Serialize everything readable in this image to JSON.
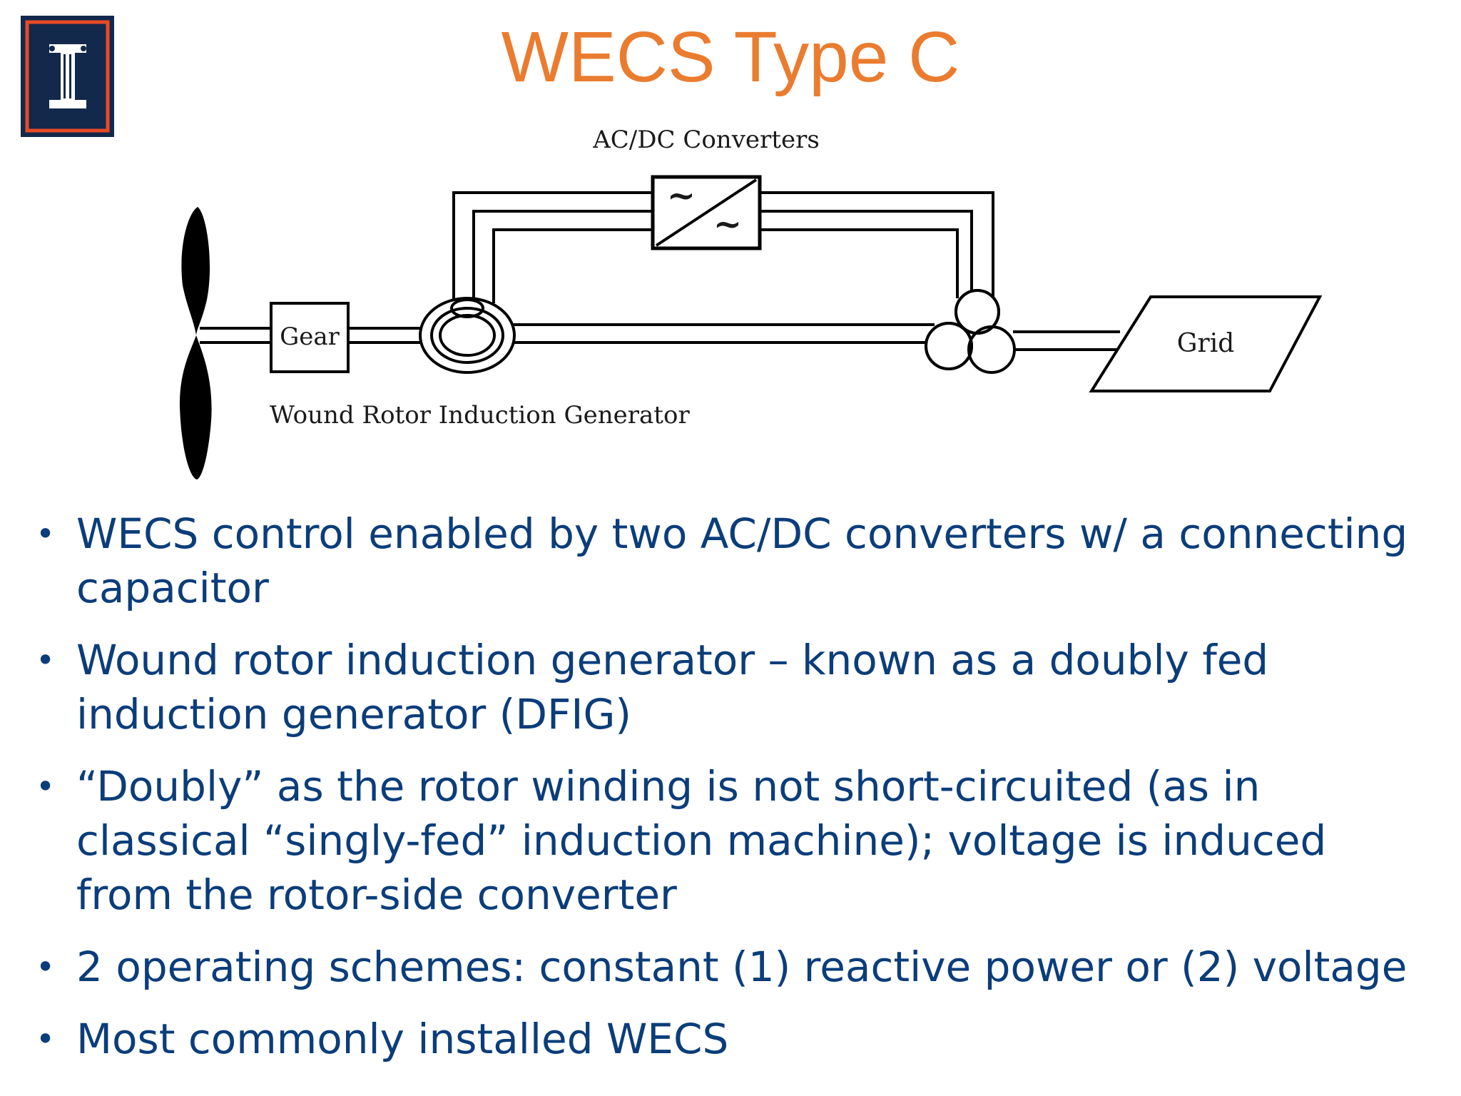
{
  "slide": {
    "title": "WECS Type C",
    "logo": {
      "icon": "illinois-block-i-logo",
      "colors": {
        "navy": "#13294B",
        "orange": "#E84A27"
      }
    },
    "diagram": {
      "labels": {
        "converters": "AC/DC Converters",
        "gear": "Gear",
        "generator": "Wound Rotor Induction Generator",
        "grid": "Grid",
        "converter_symbol": "~"
      }
    },
    "bullets": [
      "WECS control enabled by two AC/DC converters w/ a connecting capacitor",
      "Wound rotor induction generator – known as a doubly fed induction generator (DFIG)",
      "“Doubly” as the rotor winding is not short-circuited (as in classical “singly-fed” induction machine); voltage is induced from the rotor-side converter",
      "2 operating schemes:  constant (1) reactive power or (2) voltage",
      "Most commonly installed WECS"
    ],
    "colors": {
      "title": "#EA7C2F",
      "text": "#0B3D7A"
    }
  }
}
